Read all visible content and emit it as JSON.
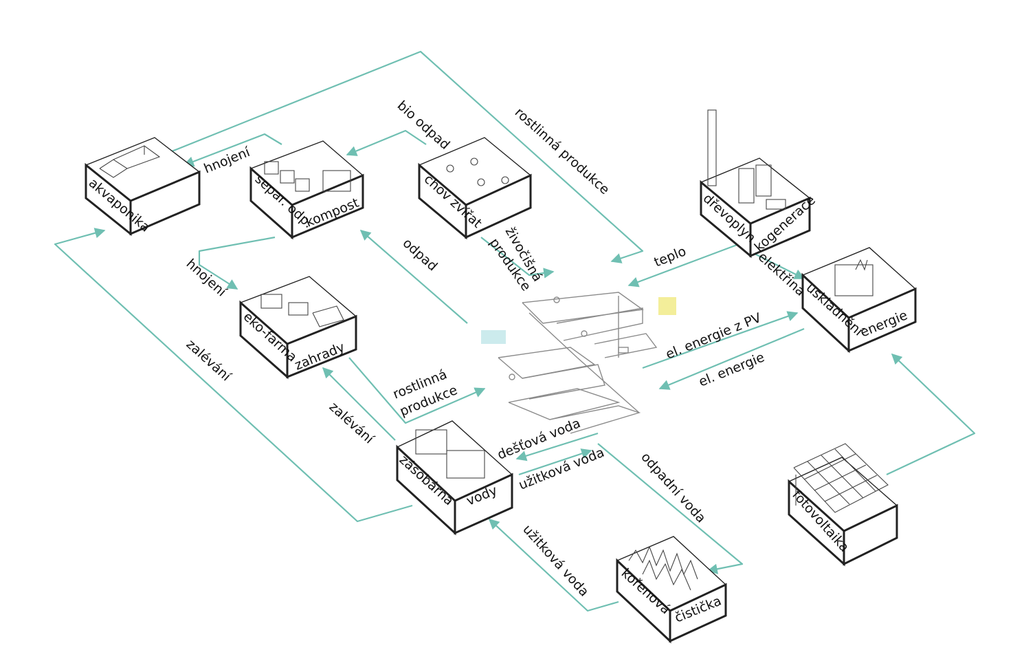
{
  "colors": {
    "flow": "#6fbfb2",
    "outline": "#222222",
    "accent_yellow": "#f3ee9a",
    "accent_cyan": "#bfe6e8"
  },
  "nodes": {
    "akvaponika": "akvaponika",
    "separ_odp": "separ. odp.",
    "kompost": "kompost",
    "chov_zvirat": "chov zvířat",
    "drevoplyn": "dřevoplyn",
    "kogenerace": "kogenerace",
    "eko_farma": "eko-farma",
    "zahrady": "zahrady",
    "uskladneni": "uskladnění",
    "energie": "energie",
    "zasobarna": "zásobárna",
    "vody": "vody",
    "korenova": "kořenová",
    "cisticka": "čistička",
    "fotovoltaika": "fotovoltaika"
  },
  "flows": {
    "rostlinna_produkce_top": "rostlinná produkce",
    "bio_odpad": "bio odpad",
    "hnojeni_top": "hnojení",
    "hnojeni_left": "hnojení",
    "odpad": "odpad",
    "zivocisna": "živočišná",
    "produkce": "produkce",
    "teplo": "teplo",
    "elektrina": "elektřina",
    "el_energie_z_pv": "el. energie z PV",
    "el_energie": "el. energie",
    "zalevani_outer": "zalévání",
    "zalevani_inner": "zalévání",
    "rostlinna": "rostlinná",
    "produkce2": "produkce",
    "destova_voda": "dešťová voda",
    "uzitkova_voda_center": "užitková voda",
    "odpadni_voda": "odpadní voda",
    "uzitkova_voda_bottom": "užitková voda"
  }
}
